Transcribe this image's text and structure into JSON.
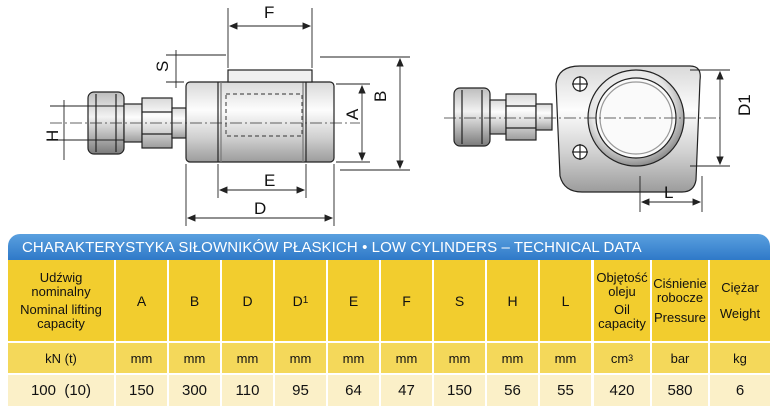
{
  "drawing_labels": {
    "F": "F",
    "S": "S",
    "H": "H",
    "A": "A",
    "B": "B",
    "E": "E",
    "D": "D",
    "D1": "D1",
    "L": "L"
  },
  "table": {
    "title": "CHARAKTERYSTYKA SIŁOWNIKÓW PŁASKICH • LOW CYLINDERS – TECHNICAL DATA",
    "capacity_header": {
      "pl_line1": "Udźwig",
      "pl_line2": "nominalny",
      "en_line1": "Nominal lifting",
      "en_line2": "capacity"
    },
    "columns": [
      {
        "key": "A",
        "label": "A",
        "unit": "mm",
        "value": "150"
      },
      {
        "key": "B",
        "label": "B",
        "unit": "mm",
        "value": "300"
      },
      {
        "key": "D",
        "label": "D",
        "unit": "mm",
        "value": "110"
      },
      {
        "key": "D1",
        "label": "D",
        "label_sub": "1",
        "unit": "mm",
        "value": "95"
      },
      {
        "key": "E",
        "label": "E",
        "unit": "mm",
        "value": "64"
      },
      {
        "key": "F",
        "label": "F",
        "unit": "mm",
        "value": "47"
      },
      {
        "key": "S",
        "label": "S",
        "unit": "mm",
        "value": "150"
      },
      {
        "key": "H",
        "label": "H",
        "unit": "mm",
        "value": "56"
      },
      {
        "key": "L",
        "label": "L",
        "unit": "mm",
        "value": "55"
      }
    ],
    "oil_header": {
      "pl_line1": "Objętość",
      "pl_line2": "oleju",
      "en_line1": "Oil",
      "en_line2": "capacity"
    },
    "oil_unit": "cm",
    "oil_unit_sup": "3",
    "oil_value": "420",
    "pressure_header": {
      "pl_line1": "Ciśnienie",
      "pl_line2": "robocze",
      "en_line1": "Pressure"
    },
    "pressure_unit": "bar",
    "pressure_value": "580",
    "weight_header": {
      "pl_line1": "Ciężar",
      "en_line1": "Weight"
    },
    "weight_unit": "kg",
    "weight_value": "6",
    "capacity_unit": "kN (t)",
    "capacity_value": "100  (10)"
  }
}
